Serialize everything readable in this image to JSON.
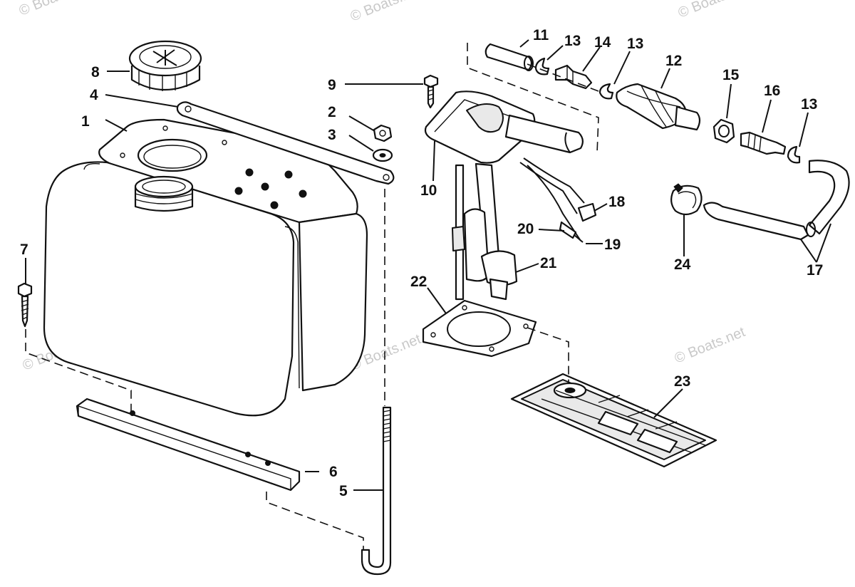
{
  "watermark": "© Boats.net",
  "callouts": {
    "c1": "1",
    "c2": "2",
    "c3": "3",
    "c4": "4",
    "c5": "5",
    "c6": "6",
    "c7": "7",
    "c8": "8",
    "c9": "9",
    "c10": "10",
    "c11": "11",
    "c12": "12",
    "c13a": "13",
    "c13b": "13",
    "c13c": "13",
    "c14": "14",
    "c15": "15",
    "c16": "16",
    "c17": "17",
    "c18": "18",
    "c19": "19",
    "c20": "20",
    "c21": "21",
    "c22": "22",
    "c23": "23",
    "c24": "24"
  }
}
